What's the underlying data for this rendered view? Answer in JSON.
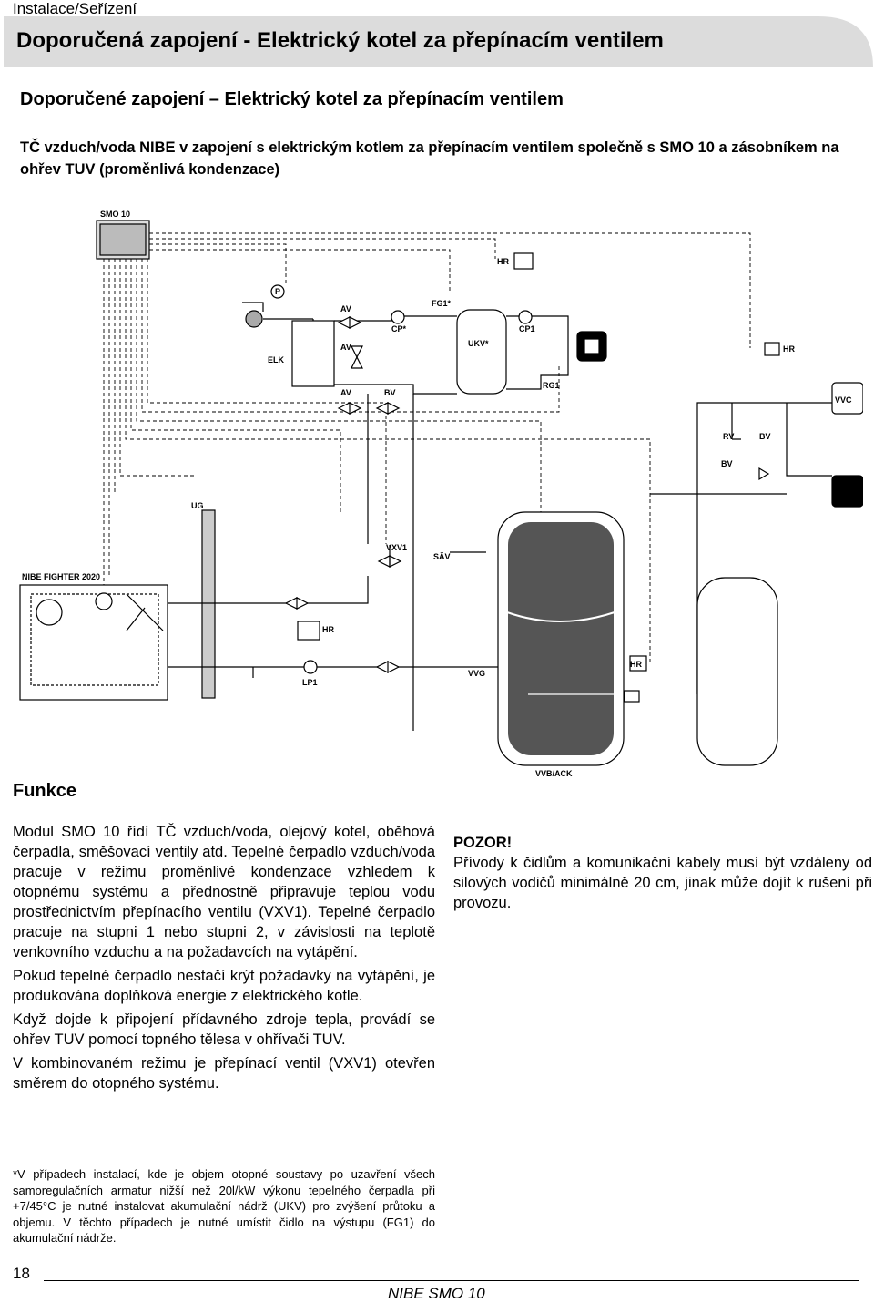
{
  "header": {
    "breadcrumb": "Instalace/Seřízení",
    "banner_title": "Doporučená zapojení - Elektrický kotel za přepínacím ventilem"
  },
  "section": {
    "title": "Doporučené zapojení – Elektrický kotel za přepínacím ventilem",
    "intro": "TČ vzduch/voda NIBE v zapojení s elektrickým kotlem za přepínacím ventilem společně s SMO 10 a zásobníkem na ohřev TUV (proměnlivá kondenzace)"
  },
  "diagram": {
    "labels": {
      "smo": "SMO 10",
      "hr": "HR",
      "p": "P",
      "fg1": "FG1*",
      "av": "AV",
      "cp_star": "CP*",
      "cp1": "CP1",
      "ukv": "UKV*",
      "elk": "ELK",
      "bv": "BV",
      "rg1": "RG1",
      "rv": "RV",
      "ug": "UG",
      "vxv1": "VXV1",
      "sav": "SÄV",
      "fighter": "NIBE FIGHTER 2020",
      "lp1": "LP1",
      "vvg": "VVG",
      "vvb": "VVB/ACK",
      "vvc": "VVC"
    }
  },
  "funkce": {
    "title": "Funkce",
    "paragraphs": [
      "Modul SMO 10 řídí TČ vzduch/voda, olejový kotel, oběhová čerpadla, směšovací ventily atd. Tepelné čerpadlo vzduch/voda pracuje v režimu proměnlivé kondenzace vzhledem k otopnému systému a přednostně připravuje teplou vodu prostřednictvím přepínacího ventilu (VXV1). Tepelné čerpadlo pracuje na stupni 1 nebo stupni 2, v závislosti na teplotě venkovního vzduchu a na požadavcích na vytápění.",
      "Pokud tepelné čerpadlo nestačí krýt požadavky na vytápění, je produkována doplňková energie z elektrického kotle.",
      "Když dojde k připojení přídavného zdroje tepla, provádí se ohřev TUV pomocí topného tělesa v ohřívači TUV.",
      "V kombinovaném režimu je přepínací ventil (VXV1) otevřen směrem do otopného systému."
    ]
  },
  "warning": {
    "title": "POZOR!",
    "text": "Přívody k čidlům a komunikační kabely musí být vzdáleny od silových vodičů minimálně 20 cm, jinak může dojít k rušení při provozu."
  },
  "footnote": "*V případech instalací, kde je objem otopné soustavy po uzavření všech samoregulačních armatur nižší než 20l/kW výkonu tepelného čerpadla při +7/45°C je nutné instalovat akumulační nádrž (UKV) pro zvýšení průtoku a objemu. V těchto případech je nutné umístit čidlo na výstupu (FG1) do akumulační nádrže.",
  "footer": {
    "page_number": "18",
    "brand": "NIBE SMO 10"
  },
  "colors": {
    "banner": "#dcdcdc",
    "tank": "#555555"
  }
}
